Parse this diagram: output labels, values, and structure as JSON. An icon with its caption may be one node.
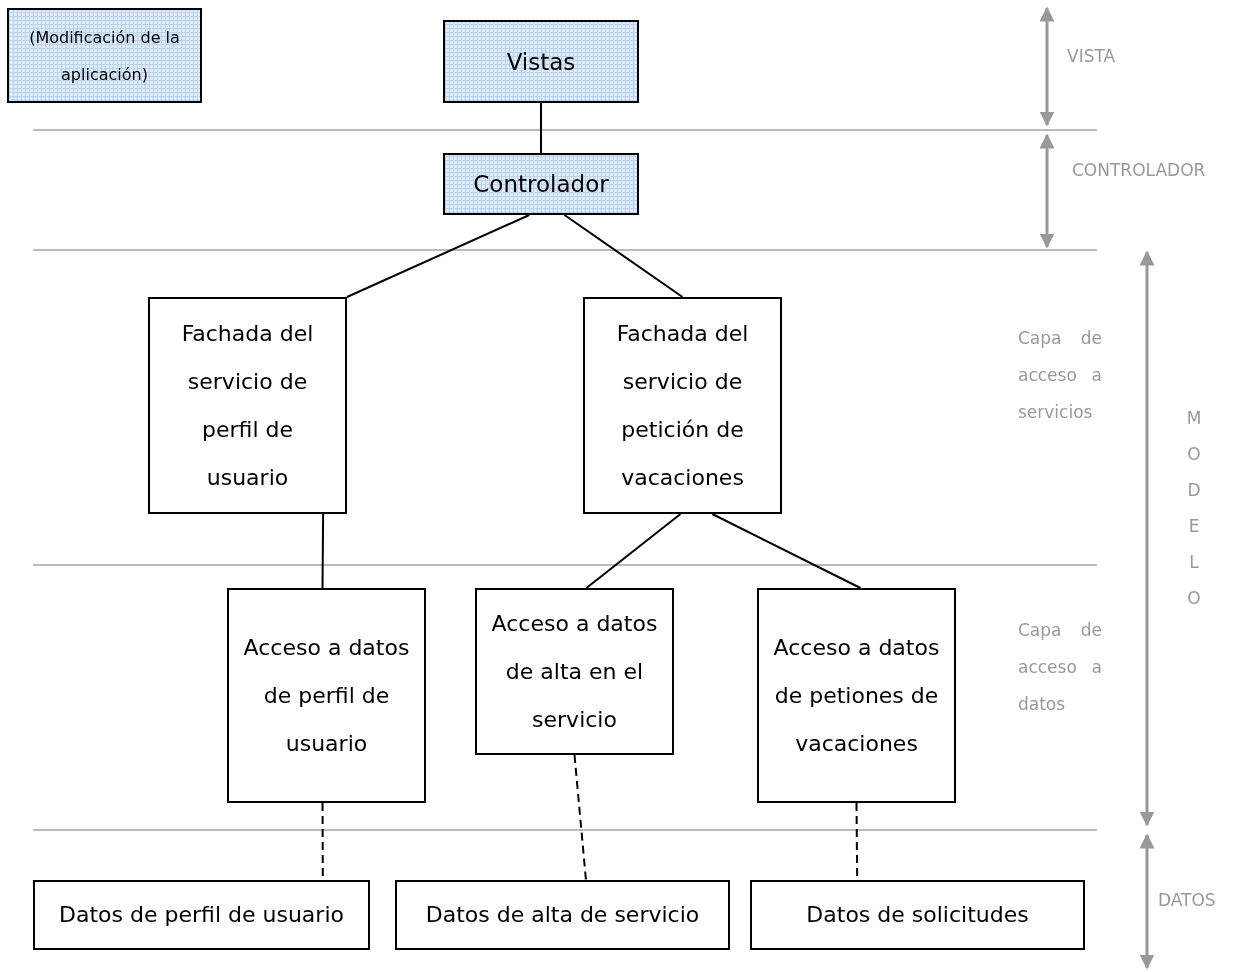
{
  "diagram": {
    "nodes": [
      {
        "text": [
          "(Modificación de la aplicación)"
        ]
      },
      {
        "text": [
          "Vistas"
        ]
      },
      {
        "text": [
          "Controlador"
        ]
      },
      {
        "text": [
          "Fachada del servicio de perfil de usuario"
        ]
      },
      {
        "text": [
          "Fachada del servicio de petición de vacaciones"
        ]
      },
      {
        "text": [
          "Acceso a datos de perfil de usuario"
        ]
      },
      {
        "text": [
          "Acceso a datos de alta en el servicio"
        ]
      },
      {
        "text": [
          "Acceso a datos de petiones de vacaciones"
        ]
      },
      {
        "text": [
          "Datos de perfil de usuario"
        ]
      },
      {
        "text": [
          "Datos de alta de servicio"
        ]
      },
      {
        "text": [
          "Datos de solicitudes"
        ]
      }
    ],
    "edges": [
      {
        "from": 1,
        "to": 2,
        "arrow": "none"
      },
      {
        "from": 2,
        "to": 3,
        "arrow": "none"
      },
      {
        "from": 2,
        "to": 4,
        "arrow": "none"
      },
      {
        "from": 3,
        "to": 5,
        "arrow": "none"
      },
      {
        "from": 4,
        "to": 6,
        "arrow": "none"
      },
      {
        "from": 4,
        "to": 7,
        "arrow": "none"
      },
      {
        "from": 5,
        "to": 8,
        "arrow": "none",
        "style": "dashed"
      },
      {
        "from": 6,
        "to": 9,
        "arrow": "none",
        "style": "dashed"
      },
      {
        "from": 7,
        "to": 10,
        "arrow": "none",
        "style": "dashed"
      }
    ],
    "labels": [
      "VISTA",
      "CONTROLADOR",
      "Capa de acceso a servicios",
      "MODELO",
      "Capa de acceso a datos",
      "DATOS"
    ]
  }
}
